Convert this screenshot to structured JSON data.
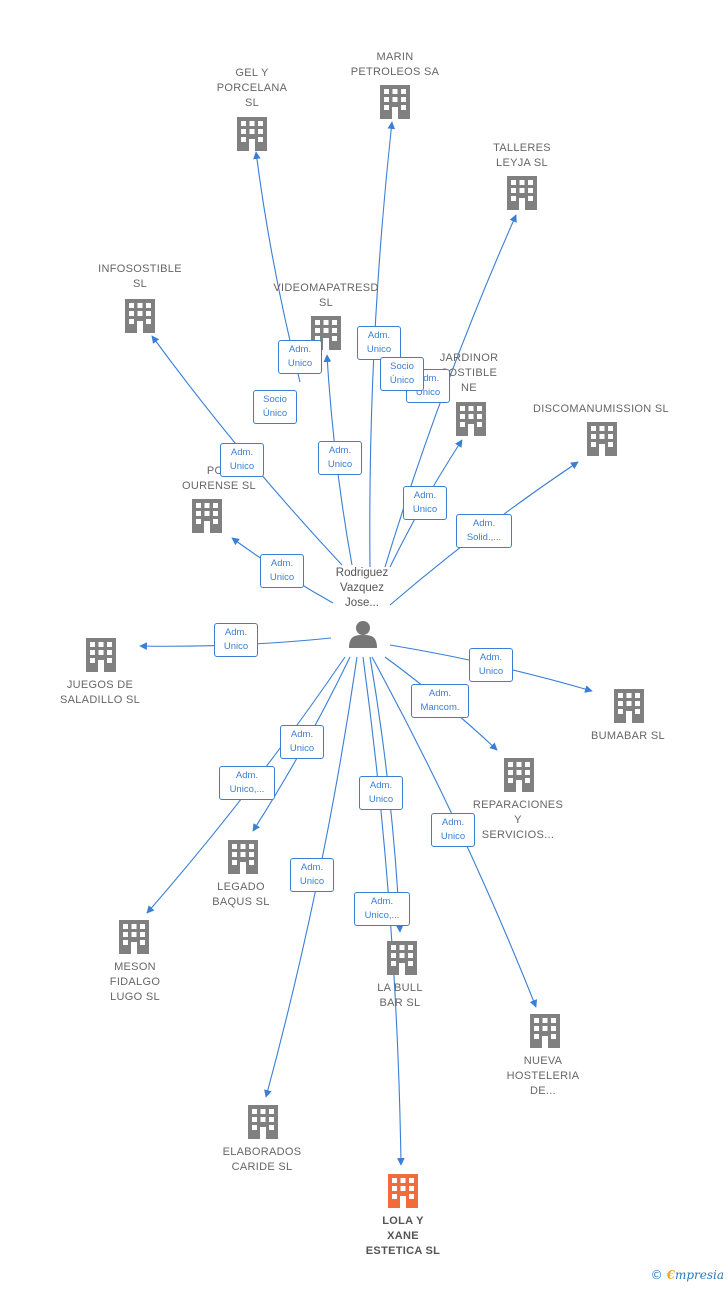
{
  "colors": {
    "edge": "#3a7fd5",
    "building": "#808080",
    "highlight": "#f26b3a",
    "person": "#777777"
  },
  "center": {
    "name": "Rodriguez\nVazquez\nJose..."
  },
  "companies": [
    {
      "id": "gel",
      "label": "GEL Y\nPORCELANA\nSL"
    },
    {
      "id": "marin",
      "label": "MARIN\nPETROLEOS SA"
    },
    {
      "id": "talleres",
      "label": "TALLERES\nLEYJA SL"
    },
    {
      "id": "infosostible",
      "label": "INFOSOSTIBLE\nSL"
    },
    {
      "id": "videomapa",
      "label": "VIDEOMAPATRESD\nSL"
    },
    {
      "id": "jardinor",
      "label": "JARDINOR\nSOSTIBLE\nNE"
    },
    {
      "id": "discomanumission",
      "label": "DISCOMANUMISSION SL"
    },
    {
      "id": "pop",
      "label": "POP\nOURENSE SL"
    },
    {
      "id": "juegos",
      "label": "JUEGOS DE\nSALADILLO SL"
    },
    {
      "id": "bumabar",
      "label": "BUMABAR SL"
    },
    {
      "id": "reparaciones",
      "label": "REPARACIONES\nY\nSERVICIOS..."
    },
    {
      "id": "legado",
      "label": "LEGADO\nBAQUS SL"
    },
    {
      "id": "meson",
      "label": "MESON\nFIDALGO\nLUGO SL"
    },
    {
      "id": "labull",
      "label": "LA BULL\nBAR SL"
    },
    {
      "id": "nueva",
      "label": "NUEVA\nHOSTELERIA\nDE..."
    },
    {
      "id": "elaborados",
      "label": "ELABORADOS\nCARIDE SL"
    },
    {
      "id": "lola",
      "label": "LOLA Y\nXANE\nESTETICA SL",
      "highlight": true
    }
  ],
  "edge_labels": [
    {
      "id": "gel",
      "text": "Adm.\nUnico"
    },
    {
      "id": "marin",
      "text": "Adm.\nUnico"
    },
    {
      "id": "talleres",
      "text": "Adm.\nUnico"
    },
    {
      "id": "infosostible_a",
      "text": "Socio\nÚnico"
    },
    {
      "id": "infosostible_b",
      "text": "Adm.\nUnico"
    },
    {
      "id": "videomapa",
      "text": "Adm.\nUnico"
    },
    {
      "id": "jardinor_a",
      "text": "Socio\nÚnico"
    },
    {
      "id": "jardinor_b",
      "text": "Adm.\nUnico"
    },
    {
      "id": "discomanumission",
      "text": "Adm.\nSolid.,..."
    },
    {
      "id": "pop",
      "text": "Adm.\nUnico"
    },
    {
      "id": "juegos",
      "text": "Adm.\nUnico"
    },
    {
      "id": "bumabar",
      "text": "Adm.\nUnico"
    },
    {
      "id": "reparaciones",
      "text": "Adm.\nMancom."
    },
    {
      "id": "legado",
      "text": "Adm.\nUnico"
    },
    {
      "id": "meson",
      "text": "Adm.\nUnico,..."
    },
    {
      "id": "labull_a",
      "text": "Adm.\nUnico"
    },
    {
      "id": "labull_b",
      "text": "Adm.\nUnico,..."
    },
    {
      "id": "nueva",
      "text": "Adm.\nUnico"
    },
    {
      "id": "elaborados",
      "text": "Adm.\nUnico"
    }
  ],
  "footer": {
    "copyright": "©",
    "brand_first": "€",
    "brand_rest": "mpresia"
  }
}
